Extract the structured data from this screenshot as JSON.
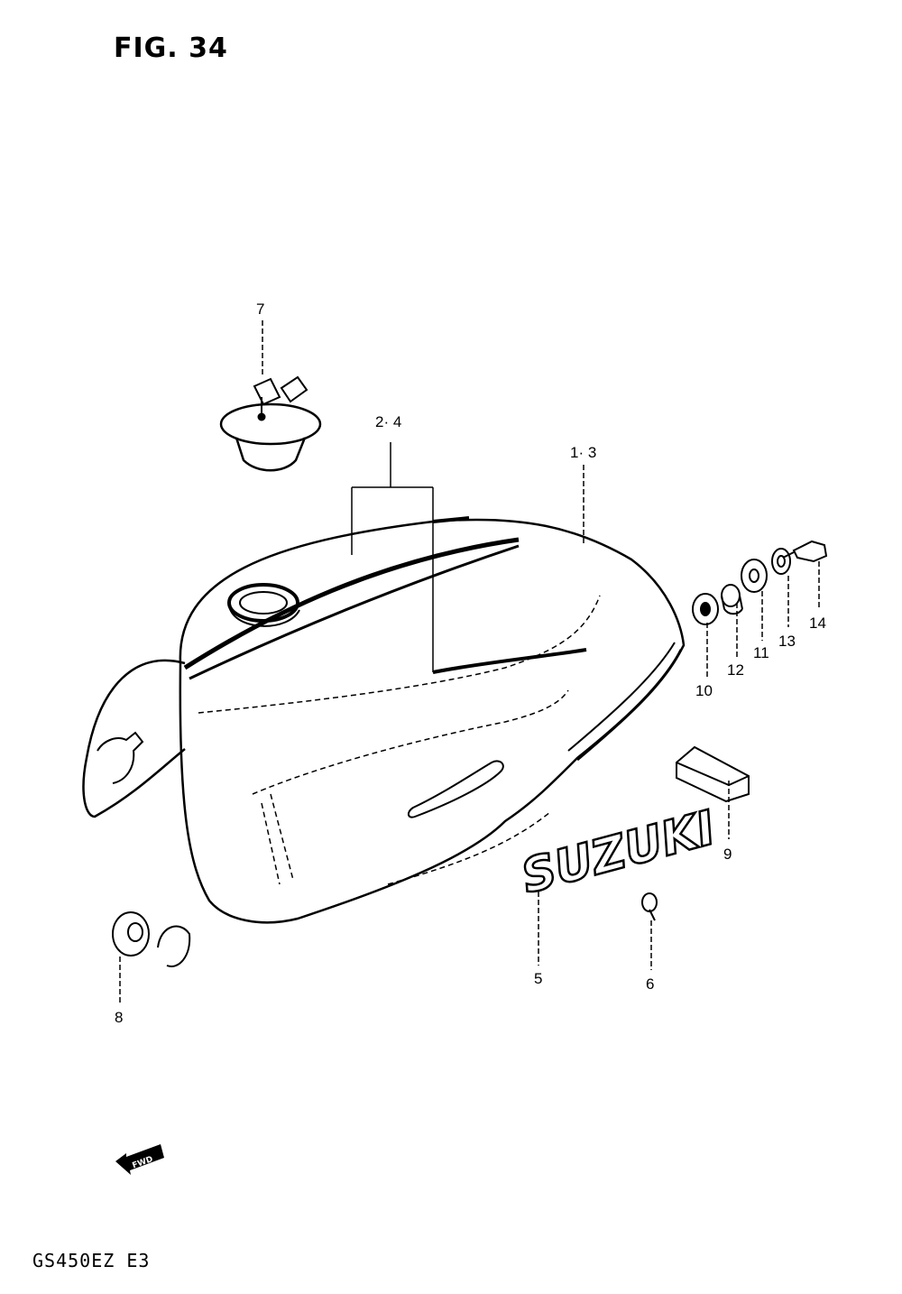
{
  "figure": {
    "title": "FIG. 34",
    "model_code": "GS450EZ  E3",
    "fwd_label": "FWD",
    "emblem_text": "SUZUKI"
  },
  "callouts": [
    {
      "id": "c7",
      "text": "7"
    },
    {
      "id": "c24",
      "text": "2· 4"
    },
    {
      "id": "c13a",
      "text": "1· 3"
    },
    {
      "id": "c14",
      "text": "14"
    },
    {
      "id": "c13",
      "text": "13"
    },
    {
      "id": "c11",
      "text": "11"
    },
    {
      "id": "c12",
      "text": "12"
    },
    {
      "id": "c10",
      "text": "10"
    },
    {
      "id": "c9",
      "text": "9"
    },
    {
      "id": "c5",
      "text": "5"
    },
    {
      "id": "c6",
      "text": "6"
    },
    {
      "id": "c8",
      "text": "8"
    }
  ]
}
